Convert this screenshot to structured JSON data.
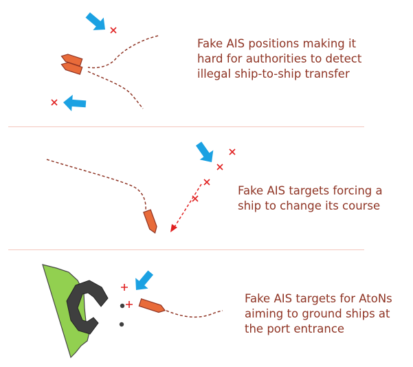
{
  "colors": {
    "text": "#8e3323",
    "divider": "#f3c6bd",
    "track": "#8e3323",
    "ship_fill": "#e86b3a",
    "ship_stroke": "#8e3323",
    "arrow": "#1ba1e2",
    "fake_marker": "#e02020",
    "land": "#92d050",
    "breakwater": "#3f3f3f",
    "buoy": "#3f3f3f"
  },
  "scenarios": [
    {
      "id": "sts-transfer",
      "lines": [
        "Fake AIS positions making it",
        "hard for authorities to detect",
        "illegal ship-to-ship transfer"
      ],
      "icons": [
        "ship-icon",
        "ship-icon",
        "arrow-icon",
        "arrow-icon",
        "cross-marker-icon",
        "cross-marker-icon"
      ]
    },
    {
      "id": "course-change",
      "lines": [
        "Fake AIS targets forcing a",
        "ship to change its course"
      ],
      "icons": [
        "ship-icon",
        "arrow-icon",
        "cross-marker-icon"
      ]
    },
    {
      "id": "aton-grounding",
      "lines": [
        "Fake AIS targets for AtoNs",
        "aiming to ground ships at",
        "the port entrance"
      ],
      "icons": [
        "land-icon",
        "breakwater-icon",
        "buoy-icon",
        "ship-icon",
        "arrow-icon",
        "plus-marker-icon"
      ]
    }
  ]
}
